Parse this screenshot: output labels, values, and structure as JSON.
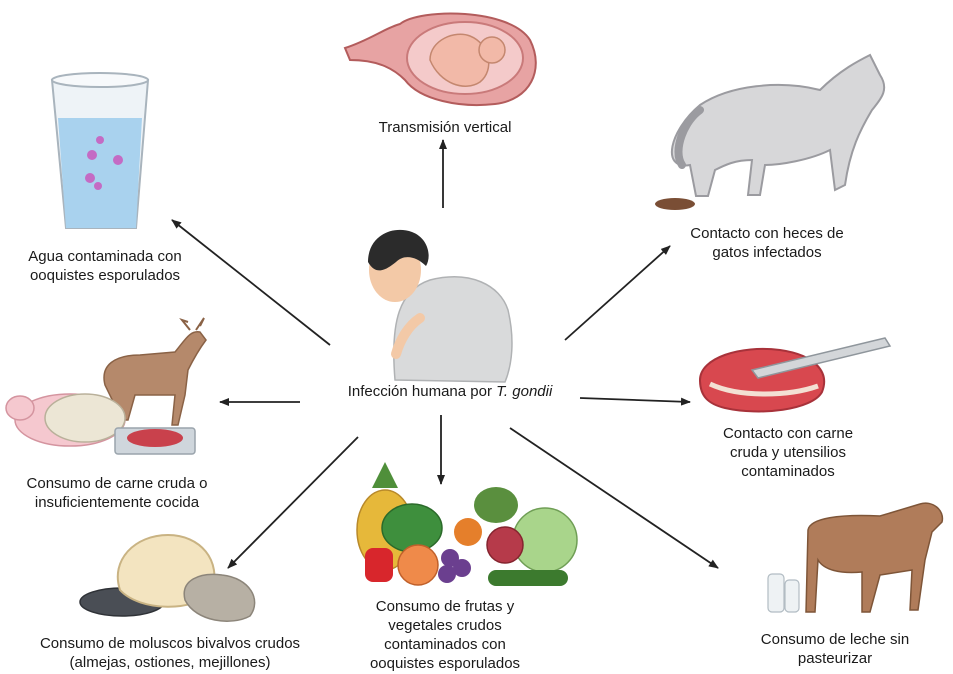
{
  "center": {
    "label_prefix": "Infección humana por ",
    "label_italic": "T. gondii"
  },
  "routes": {
    "vertical": "Transmisión vertical",
    "water_line1": "Agua contaminada con",
    "water_line2": "ooquistes esporulados",
    "cat_line1": "Contacto con heces de",
    "cat_line2": "gatos infectados",
    "raw_meat_line1": "Consumo de carne cruda o",
    "raw_meat_line2": "insuficientemente cocida",
    "utensils_line1": "Contacto con carne",
    "utensils_line2": "cruda y utensilios",
    "utensils_line3": "contaminados",
    "mollusc_line1": "Consumo de moluscos bivalvos crudos",
    "mollusc_line2": "(almejas, ostiones, mejillones)",
    "produce_line1": "Consumo de frutas y",
    "produce_line2": "vegetales crudos",
    "produce_line3": "contaminados con",
    "produce_line4": "ooquistes esporulados",
    "milk_line1": "Consumo de leche sin",
    "milk_line2": "pasteurizar"
  }
}
